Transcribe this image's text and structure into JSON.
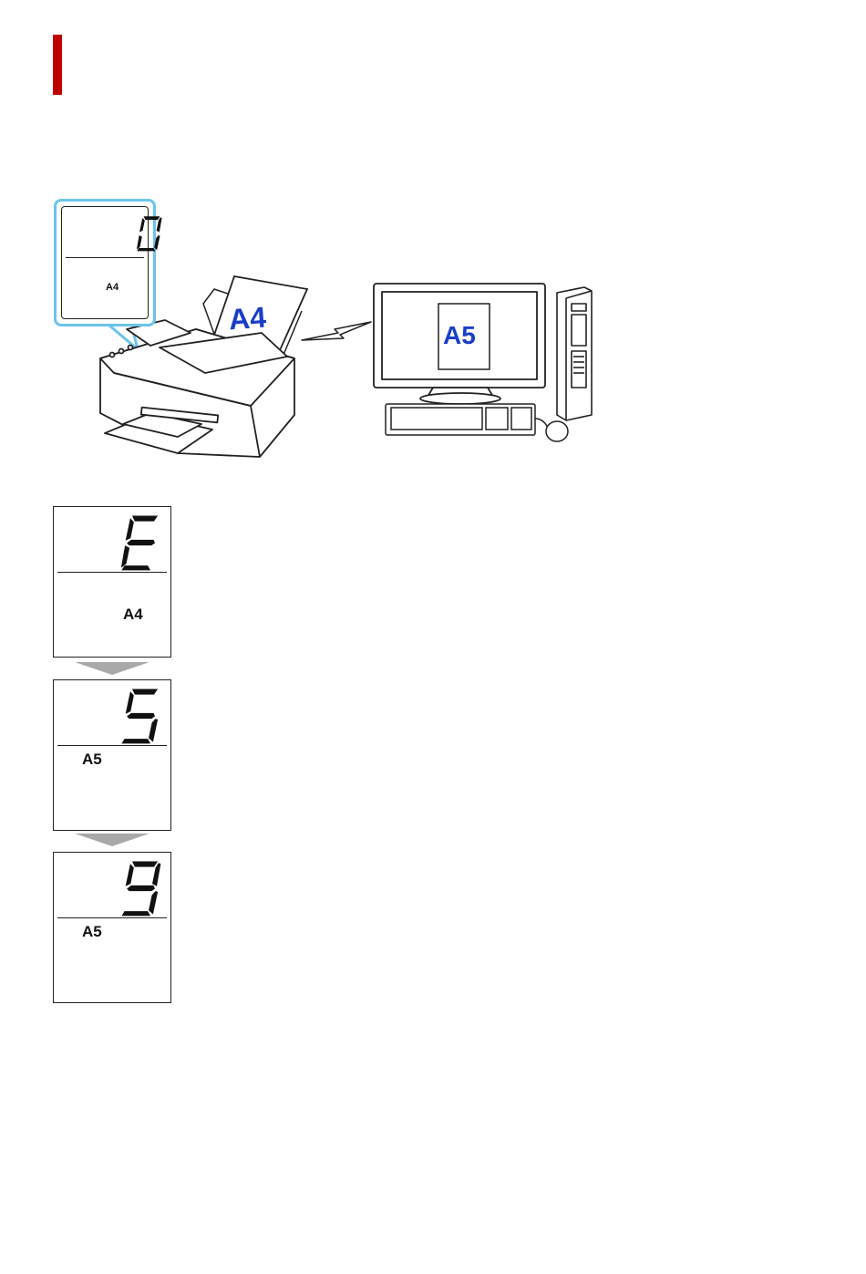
{
  "callout": {
    "digit": "0",
    "paper_size": "A4"
  },
  "printer": {
    "paper_label": "A4"
  },
  "computer": {
    "screen_label": "A5"
  },
  "steps": [
    {
      "digit": "E",
      "paper_size": "A4"
    },
    {
      "digit": "5",
      "paper_size": "A5"
    },
    {
      "digit": "9",
      "paper_size": "A5"
    }
  ],
  "colors": {
    "accent": "#c00000",
    "callout_border": "#6cc4ea",
    "paper_label": "#1a3ec8",
    "arrow": "#a9a9a9"
  }
}
